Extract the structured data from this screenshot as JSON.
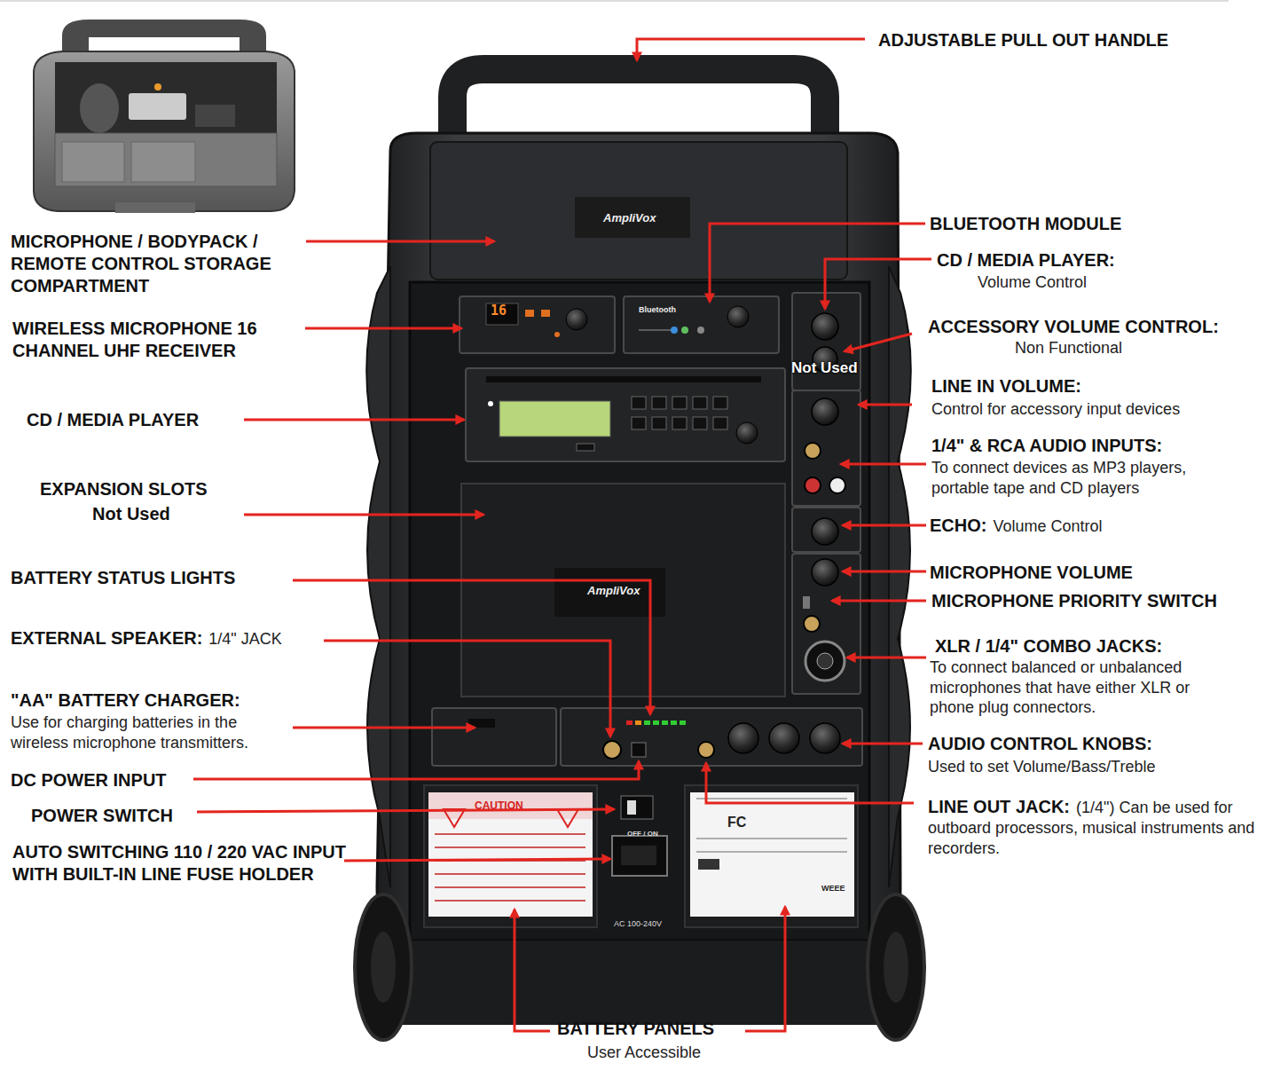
{
  "diagram": {
    "labels": [
      "ADJUSTABLE PULL OUT HANDLE",
      "MICROPHONE / BODYPACK / REMOTE CONTROL STORAGE COMPARTMENT",
      "BLUETOOTH MODULE",
      "CD / MEDIA PLAYER:",
      "Volume Control",
      "WIRELESS MICROPHONE 16 CHANNEL UHF RECEIVER",
      "ACCESSORY VOLUME CONTROL:",
      "Non Functional",
      "LINE IN VOLUME:",
      "Control for accessory input devices",
      "CD / MEDIA PLAYER",
      "1/4\" & RCA AUDIO INPUTS:",
      "To connect devices as MP3 players, portable tape and CD players",
      "EXPANSION SLOTS",
      "Not Used",
      "ECHO:",
      "Volume Control",
      "MICROPHONE VOLUME",
      "MICROPHONE PRIORITY SWITCH",
      "BATTERY STATUS LIGHTS",
      "EXTERNAL SPEAKER:",
      "1/4\" JACK",
      "XLR / 1/4\" COMBO JACKS:",
      "To connect balanced or unbalanced microphones that have either XLR or phone plug connectors.",
      "\"AA\" BATTERY CHARGER:",
      "Use for charging batteries in the wireless microphone transmitters.",
      "AUDIO CONTROL KNOBS:",
      "Used to set Volume/Bass/Treble",
      "DC POWER INPUT",
      "POWER SWITCH",
      "LINE OUT JACK:",
      "(1/4\") Can be used for outboard processors, musical instruments and recorders.",
      "AUTO SWITCHING 110 / 220 VAC INPUT WITH BUILT-IN LINE FUSE HOLDER",
      "BATTERY PANELS",
      "User Accessible",
      "Not Used",
      "AmpliVox",
      "AmpliVox",
      "Bluetooth",
      "16",
      "CAUTION",
      "OFF / ON",
      "AC 100-240V",
      "FC",
      "WEEE"
    ]
  }
}
